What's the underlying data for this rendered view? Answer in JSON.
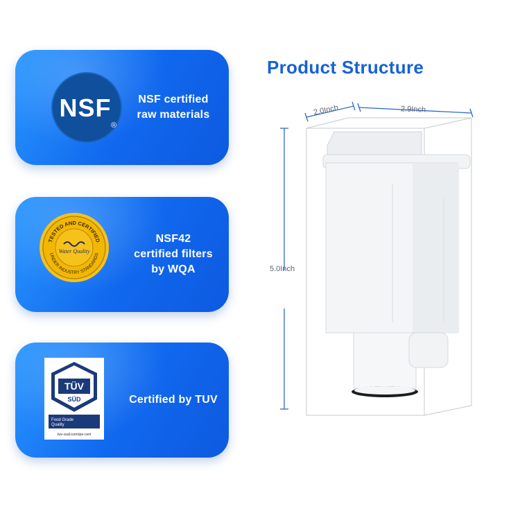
{
  "cards": [
    {
      "text": "NSF certified\nraw materials",
      "badge_text": "NSF",
      "registered_mark": "®"
    },
    {
      "text": "NSF42\ncertified filters\nby WQA",
      "seal_top_text": "TESTED AND CERTIFIED",
      "seal_center_text": "Water Quality",
      "seal_bottom_text": "UNDER INDUSTRY STANDARDS"
    },
    {
      "text": "Certified by TUV",
      "tuv_name": "TÜV",
      "tuv_sub": "SÜD",
      "tuv_caption": "Food Grade\nQuality",
      "tuv_url": "tuv-sud.com/ps-cert"
    }
  ],
  "structure": {
    "title": "Product Structure",
    "width_label": "2.0Inch",
    "depth_label": "2.9Inch",
    "height_label": "5.0Inch"
  },
  "colors": {
    "card_gradient": [
      "#2a97ff",
      "#0e5ae0"
    ],
    "title": "#1662d6",
    "nsf_badge": "#0f4f9c",
    "wqa_gold": "#f2b705",
    "dimension_line": "#2f66c9"
  },
  "icons": [
    "nsf-badge-icon",
    "wqa-seal-icon",
    "tuv-certificate-icon"
  ]
}
